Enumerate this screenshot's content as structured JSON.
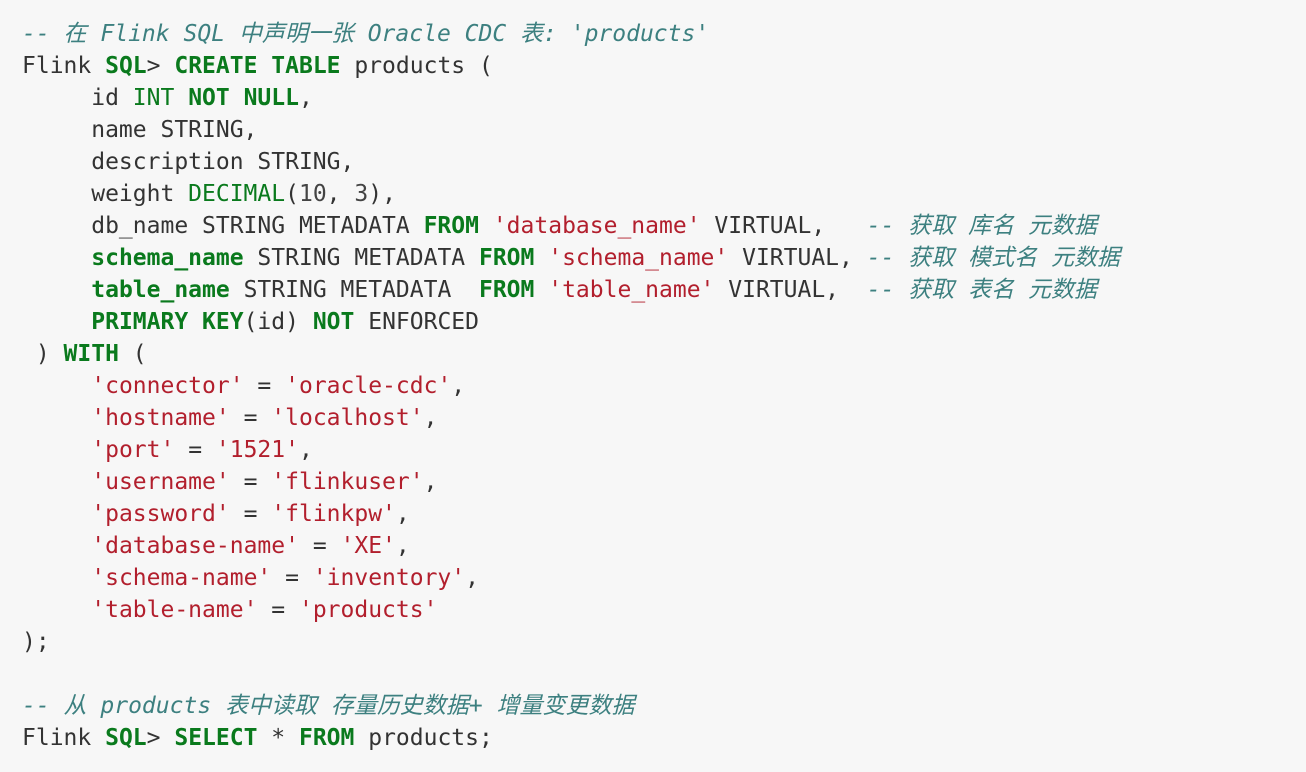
{
  "code": {
    "lines": [
      [
        {
          "c": "comment",
          "t": "-- 在 Flink SQL 中声明一张 Oracle CDC 表: 'products'"
        }
      ],
      [
        {
          "c": "plain",
          "t": "Flink "
        },
        {
          "c": "kw",
          "t": "SQL"
        },
        {
          "c": "plain",
          "t": "> "
        },
        {
          "c": "kw",
          "t": "CREATE TABLE"
        },
        {
          "c": "plain",
          "t": " products ("
        }
      ],
      [
        {
          "c": "plain",
          "t": "     id "
        },
        {
          "c": "type",
          "t": "INT"
        },
        {
          "c": "plain",
          "t": " "
        },
        {
          "c": "kw",
          "t": "NOT NULL"
        },
        {
          "c": "plain",
          "t": ","
        }
      ],
      [
        {
          "c": "plain",
          "t": "     name STRING,"
        }
      ],
      [
        {
          "c": "plain",
          "t": "     description STRING,"
        }
      ],
      [
        {
          "c": "plain",
          "t": "     weight "
        },
        {
          "c": "type",
          "t": "DECIMAL"
        },
        {
          "c": "plain",
          "t": "("
        },
        {
          "c": "num",
          "t": "10"
        },
        {
          "c": "plain",
          "t": ", "
        },
        {
          "c": "num",
          "t": "3"
        },
        {
          "c": "plain",
          "t": "),"
        }
      ],
      [
        {
          "c": "plain",
          "t": "     db_name STRING METADATA "
        },
        {
          "c": "kw",
          "t": "FROM"
        },
        {
          "c": "plain",
          "t": " "
        },
        {
          "c": "str",
          "t": "'database_name'"
        },
        {
          "c": "plain",
          "t": " VIRTUAL,   "
        },
        {
          "c": "comment",
          "t": "-- 获取 库名 元数据"
        }
      ],
      [
        {
          "c": "plain",
          "t": "     "
        },
        {
          "c": "kw",
          "t": "schema_name"
        },
        {
          "c": "plain",
          "t": " STRING METADATA "
        },
        {
          "c": "kw",
          "t": "FROM"
        },
        {
          "c": "plain",
          "t": " "
        },
        {
          "c": "str",
          "t": "'schema_name'"
        },
        {
          "c": "plain",
          "t": " VIRTUAL, "
        },
        {
          "c": "comment",
          "t": "-- 获取 模式名 元数据"
        }
      ],
      [
        {
          "c": "plain",
          "t": "     "
        },
        {
          "c": "kw",
          "t": "table_name"
        },
        {
          "c": "plain",
          "t": " STRING METADATA  "
        },
        {
          "c": "kw",
          "t": "FROM"
        },
        {
          "c": "plain",
          "t": " "
        },
        {
          "c": "str",
          "t": "'table_name'"
        },
        {
          "c": "plain",
          "t": " VIRTUAL,  "
        },
        {
          "c": "comment",
          "t": "-- 获取 表名 元数据"
        }
      ],
      [
        {
          "c": "plain",
          "t": "     "
        },
        {
          "c": "kw",
          "t": "PRIMARY KEY"
        },
        {
          "c": "plain",
          "t": "(id) "
        },
        {
          "c": "kw",
          "t": "NOT"
        },
        {
          "c": "plain",
          "t": " ENFORCED"
        }
      ],
      [
        {
          "c": "plain",
          "t": " ) "
        },
        {
          "c": "kw",
          "t": "WITH"
        },
        {
          "c": "plain",
          "t": " ("
        }
      ],
      [
        {
          "c": "plain",
          "t": "     "
        },
        {
          "c": "str",
          "t": "'connector'"
        },
        {
          "c": "plain",
          "t": " = "
        },
        {
          "c": "str",
          "t": "'oracle-cdc'"
        },
        {
          "c": "plain",
          "t": ","
        }
      ],
      [
        {
          "c": "plain",
          "t": "     "
        },
        {
          "c": "str",
          "t": "'hostname'"
        },
        {
          "c": "plain",
          "t": " = "
        },
        {
          "c": "str",
          "t": "'localhost'"
        },
        {
          "c": "plain",
          "t": ","
        }
      ],
      [
        {
          "c": "plain",
          "t": "     "
        },
        {
          "c": "str",
          "t": "'port'"
        },
        {
          "c": "plain",
          "t": " = "
        },
        {
          "c": "str",
          "t": "'1521'"
        },
        {
          "c": "plain",
          "t": ","
        }
      ],
      [
        {
          "c": "plain",
          "t": "     "
        },
        {
          "c": "str",
          "t": "'username'"
        },
        {
          "c": "plain",
          "t": " = "
        },
        {
          "c": "str",
          "t": "'flinkuser'"
        },
        {
          "c": "plain",
          "t": ","
        }
      ],
      [
        {
          "c": "plain",
          "t": "     "
        },
        {
          "c": "str",
          "t": "'password'"
        },
        {
          "c": "plain",
          "t": " = "
        },
        {
          "c": "str",
          "t": "'flinkpw'"
        },
        {
          "c": "plain",
          "t": ","
        }
      ],
      [
        {
          "c": "plain",
          "t": "     "
        },
        {
          "c": "str",
          "t": "'database-name'"
        },
        {
          "c": "plain",
          "t": " = "
        },
        {
          "c": "str",
          "t": "'XE'"
        },
        {
          "c": "plain",
          "t": ","
        }
      ],
      [
        {
          "c": "plain",
          "t": "     "
        },
        {
          "c": "str",
          "t": "'schema-name'"
        },
        {
          "c": "plain",
          "t": " = "
        },
        {
          "c": "str",
          "t": "'inventory'"
        },
        {
          "c": "plain",
          "t": ","
        }
      ],
      [
        {
          "c": "plain",
          "t": "     "
        },
        {
          "c": "str",
          "t": "'table-name'"
        },
        {
          "c": "plain",
          "t": " = "
        },
        {
          "c": "str",
          "t": "'products'"
        }
      ],
      [
        {
          "c": "plain",
          "t": ");"
        }
      ],
      [
        {
          "c": "plain",
          "t": ""
        }
      ],
      [
        {
          "c": "comment",
          "t": "-- 从 products 表中读取 存量历史数据+ 增量变更数据"
        }
      ],
      [
        {
          "c": "plain",
          "t": "Flink "
        },
        {
          "c": "kw",
          "t": "SQL"
        },
        {
          "c": "plain",
          "t": "> "
        },
        {
          "c": "kw",
          "t": "SELECT"
        },
        {
          "c": "plain",
          "t": " * "
        },
        {
          "c": "kw",
          "t": "FROM"
        },
        {
          "c": "plain",
          "t": " products;"
        }
      ]
    ]
  },
  "colors": {
    "background": "#f7f7f7",
    "comment": "#3d8080",
    "keyword": "#0a7a1d",
    "string": "#b21f2d",
    "text": "#333333"
  }
}
